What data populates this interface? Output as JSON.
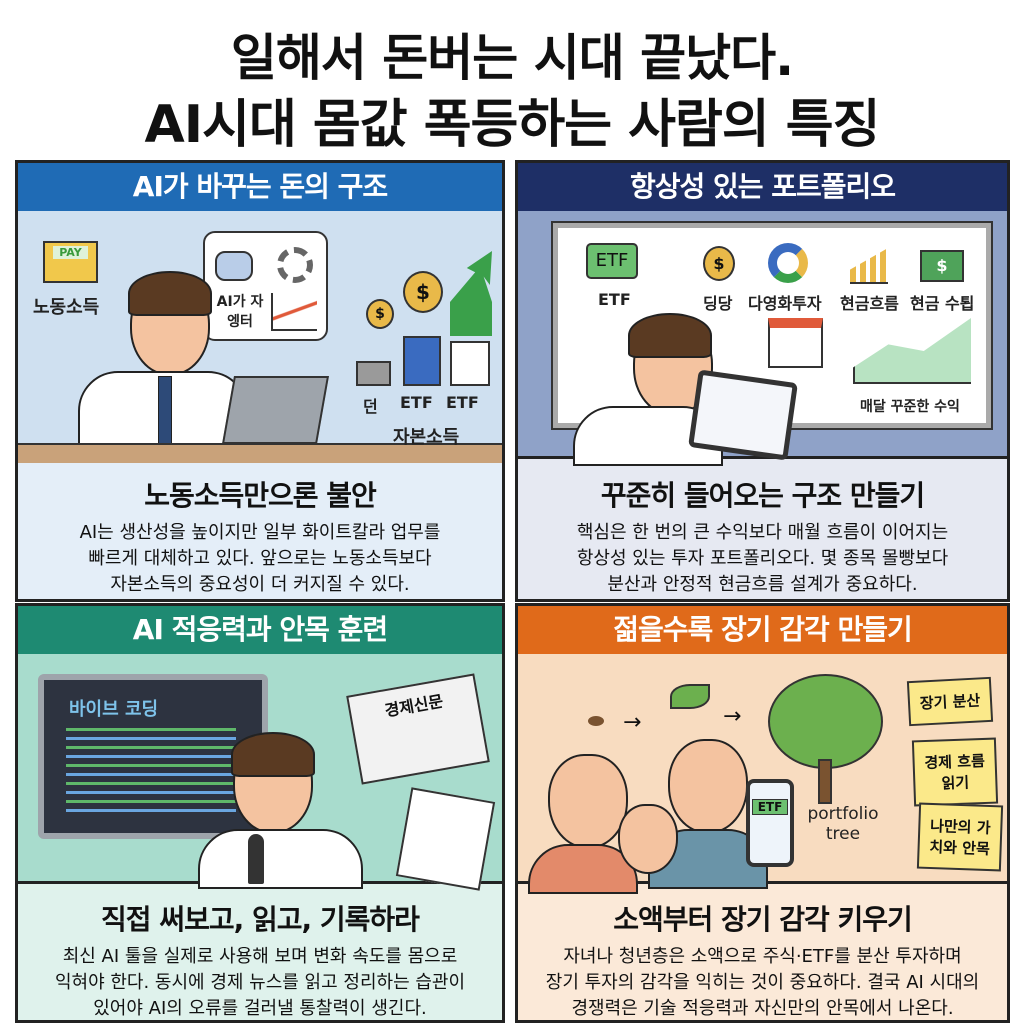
{
  "title": {
    "line1": "일해서 돈버는 시대 끝났다.",
    "line2": "AI시대 몸값 폭등하는 사람의 특징"
  },
  "panels": [
    {
      "header": "AI가 바꾸는 돈의 구조",
      "header_color": "#1f6bb5",
      "labels": {
        "envelope": "PAY",
        "labor_income": "노동소득",
        "bubble": "AI가 자엥터",
        "bar1": "던",
        "bar2": "ETF",
        "bar3": "ETF",
        "capital_income": "자본소득"
      },
      "subtitle": "노동소득만으론 불안",
      "body": [
        "AI는 생산성을 높이지만 일부 화이트칼라 업무를",
        "빠르게 대체하고 있다. 앞으로는 노동소득보다",
        "자본소득의 중요성이 더 커지질 수 있다."
      ]
    },
    {
      "header": "항상성 있는 포트폴리오",
      "header_color": "#1e2f66",
      "labels": {
        "etf_badge": "ETF",
        "etf": "ETF",
        "dividend": "딩당",
        "diversified": "다영화투자",
        "cashflow": "현금흐름",
        "cash_income": "현금 수툅",
        "monthly": "매달 꾸준한 수익"
      },
      "subtitle": "꾸준히 들어오는 구조 만들기",
      "body": [
        "핵심은 한 번의 큰 수익보다 매월 흐름이 이어지는",
        "항상성 있는 투자 포트폴리오다. 몇 종목 몰빵보다",
        "분산과 안정적 현금흐름 설계가 중요하다."
      ]
    },
    {
      "header": "AI 적응력과 안목 훈련",
      "header_color": "#1e8a72",
      "labels": {
        "screen": "바이브 코딩",
        "newspaper": "경제신문"
      },
      "subtitle": "직접 써보고, 읽고, 기록하라",
      "body": [
        "최신 AI 툴을 실제로 사용해 보며 변화 속도를 몸으로",
        "익혀야 한다. 동시에 경제 뉴스를 읽고 정리하는 습관이",
        "있어야 AI의 오류를 걸러낼 통찰력이 생긴다."
      ]
    },
    {
      "header": "젊을수록 장기 감각 만들기",
      "header_color": "#e06a1a",
      "labels": {
        "phone": "ETF",
        "tree": "portfolio tree",
        "note1": "장기 분산",
        "note2": "경제 흐름 읽기",
        "note3": "나만의 가치와 안목"
      },
      "subtitle": "소액부터 장기 감각 키우기",
      "body": [
        "자녀나 청년층은 소액으로 주식·ETF를 분산 투자하며",
        "장기 투자의 감각을 익히는 것이 중요하다. 결국 AI 시대의",
        "경쟁력은 기술 적응력과 자신만의 안목에서 나온다."
      ]
    }
  ]
}
